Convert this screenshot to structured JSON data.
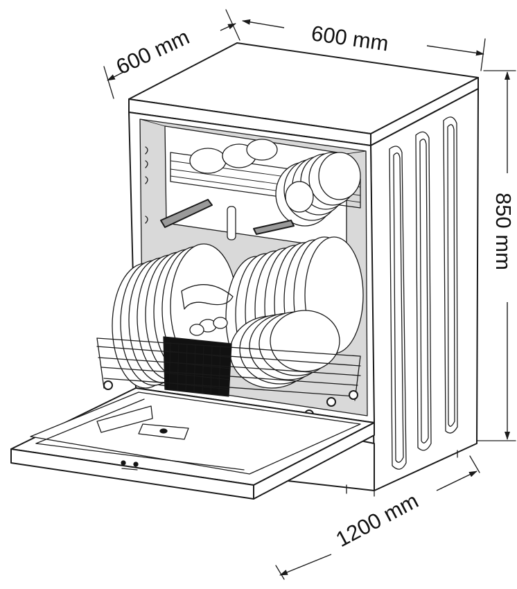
{
  "dimensions": {
    "width_label": "600 mm",
    "depth_label": "600 mm",
    "height_label": "850 mm",
    "open_door_depth_label": "1200 mm"
  },
  "colors": {
    "line": "#1a1a1a",
    "background": "#ffffff",
    "shade": "#d9d9d9"
  }
}
